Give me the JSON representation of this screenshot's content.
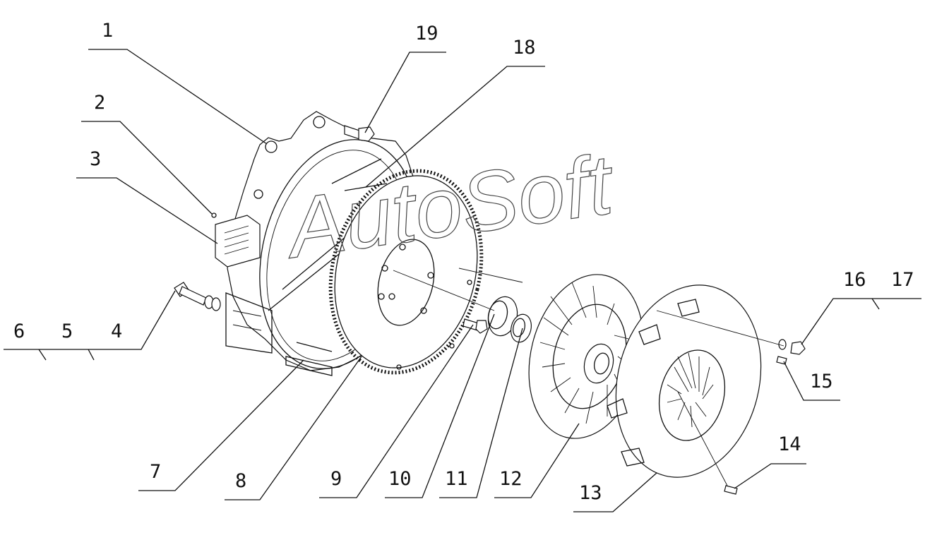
{
  "watermark": "AutoSoft",
  "callouts": [
    {
      "id": "c1",
      "text": "1"
    },
    {
      "id": "c2",
      "text": "2"
    },
    {
      "id": "c3",
      "text": "3"
    },
    {
      "id": "c4",
      "text": "4"
    },
    {
      "id": "c5",
      "text": "5"
    },
    {
      "id": "c6",
      "text": "6"
    },
    {
      "id": "c7",
      "text": "7"
    },
    {
      "id": "c8",
      "text": "8"
    },
    {
      "id": "c9",
      "text": "9"
    },
    {
      "id": "c10",
      "text": "10"
    },
    {
      "id": "c11",
      "text": "11"
    },
    {
      "id": "c12",
      "text": "12"
    },
    {
      "id": "c13",
      "text": "13"
    },
    {
      "id": "c14",
      "text": "14"
    },
    {
      "id": "c15",
      "text": "15"
    },
    {
      "id": "c16",
      "text": "16"
    },
    {
      "id": "c17",
      "text": "17"
    },
    {
      "id": "c18",
      "text": "18"
    },
    {
      "id": "c19",
      "text": "19"
    }
  ]
}
